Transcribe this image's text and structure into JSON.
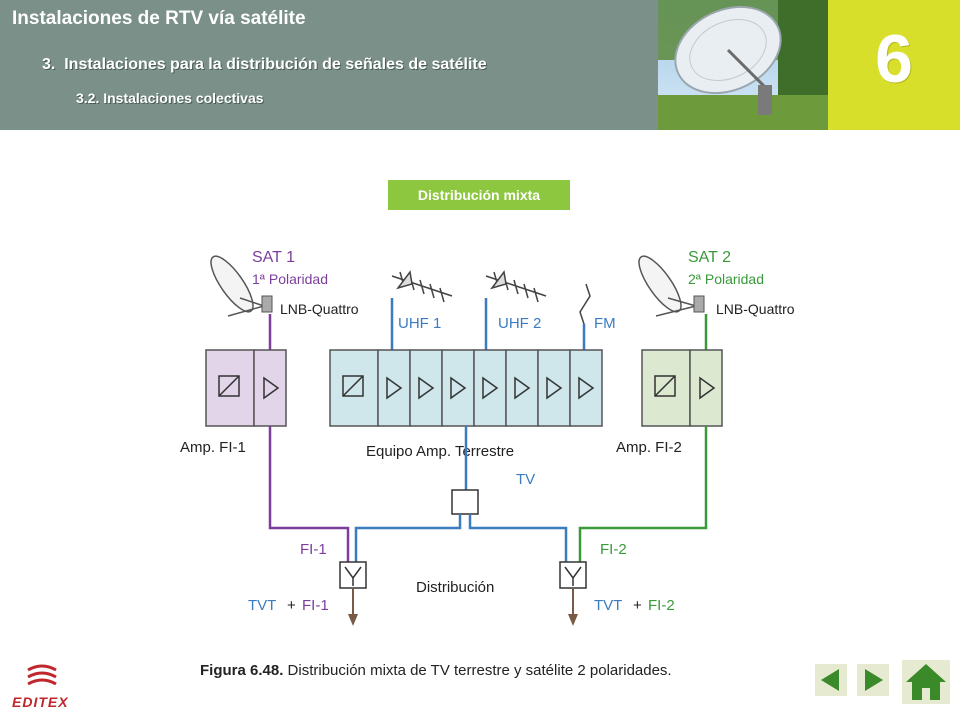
{
  "header": {
    "title": "Instalaciones de RTV vía satélite",
    "section": "3.  Instalaciones para la distribución de señales de satélite",
    "subsection": "3.2. Instalaciones colectivas",
    "chapter": "6"
  },
  "figure_label": "Distribución mixta",
  "diagram": {
    "sat1": "SAT 1",
    "sat1_pol": "1ª Polaridad",
    "lnb1": "LNB-Quattro",
    "sat2": "SAT 2",
    "sat2_pol": "2ª Polaridad",
    "lnb2": "LNB-Quattro",
    "uhf1": "UHF 1",
    "uhf2": "UHF 2",
    "fm": "FM",
    "amp1": "Amp. FI-1",
    "amp2": "Amp. FI-2",
    "equipo": "Equipo Amp. Terrestre",
    "tv": "TV",
    "fi1": "FI-1",
    "fi2": "FI-2",
    "distribucion": "Distribución",
    "out1_a": "TVT",
    "out1_plus": "+",
    "out1_b": "FI-1",
    "out2_a": "TVT",
    "out2_plus": "+",
    "out2_b": "FI-2"
  },
  "caption": {
    "label": "Figura 6.48.",
    "text": " Distribución mixta de TV terrestre y satélite 2 polaridades."
  },
  "brand": "EDITEX",
  "colors": {
    "header_bg": "#7a9089",
    "chapter_bg": "#d8df2a",
    "label_bg": "#8dc63f",
    "purple": "#7b3f9b",
    "blue": "#3b7bbf",
    "green": "#3a9a3a",
    "brand_red": "#c0272d"
  }
}
